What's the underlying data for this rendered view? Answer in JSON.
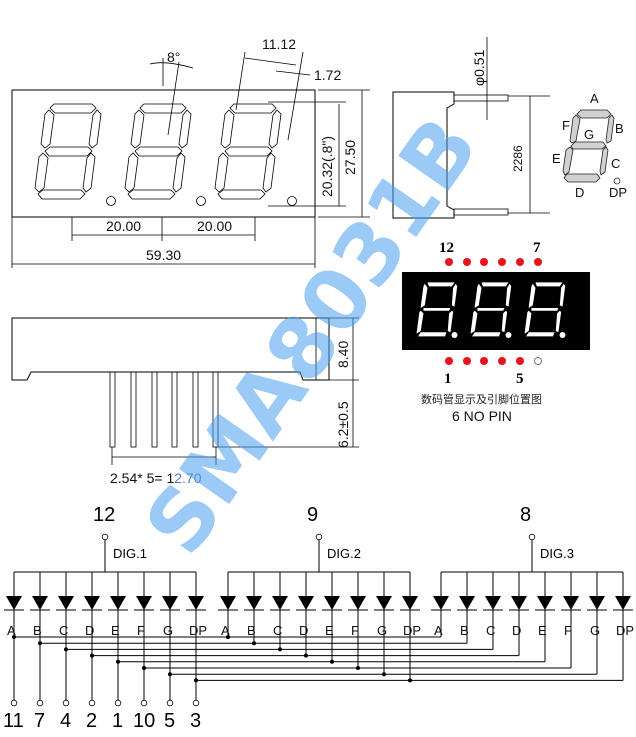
{
  "front_view": {
    "angle_label": "8°",
    "digit_pitch_label": "11.12",
    "segment_width_label": "1.72",
    "digit_height_label": "20.32(.8\")",
    "body_height_label": "27.50",
    "spacing_left_label": "20.00",
    "spacing_right_label": "20.00",
    "body_width_label": "59.30"
  },
  "side_view": {
    "pin_diameter_label": "φ0.51",
    "row_spacing_label": "2286"
  },
  "segment_map": {
    "labels": [
      "A",
      "B",
      "C",
      "D",
      "E",
      "F",
      "G",
      "DP"
    ]
  },
  "pin_layout": {
    "top_left_pin": "12",
    "top_right_pin": "7",
    "bottom_left_pin": "1",
    "bottom_right_pin": "5",
    "display_text": "8.8.8.",
    "caption": "数码管显示及引脚位置图",
    "note": "6 NO PIN",
    "pin_dot_color": "#e8141c",
    "display_bg": "#000000"
  },
  "bottom_view": {
    "body_depth_label": "8.40",
    "pin_length_label": "6.2±0.5",
    "pin_pitch_label_prefix": "2.54* 5= 1",
    "pin_pitch_label_suffix": "2.70"
  },
  "schematic": {
    "digits": [
      {
        "label": "DIG.1",
        "common_pin": "12"
      },
      {
        "label": "DIG.2",
        "common_pin": "9"
      },
      {
        "label": "DIG.3",
        "common_pin": "8"
      }
    ],
    "segment_labels": [
      "A",
      "B",
      "C",
      "D",
      "E",
      "F",
      "G",
      "DP"
    ],
    "segment_pins": [
      "11",
      "7",
      "4",
      "2",
      "1",
      "10",
      "5",
      "3"
    ]
  },
  "watermark": {
    "text": "SMA8031B",
    "color": "#4aa0f0"
  }
}
